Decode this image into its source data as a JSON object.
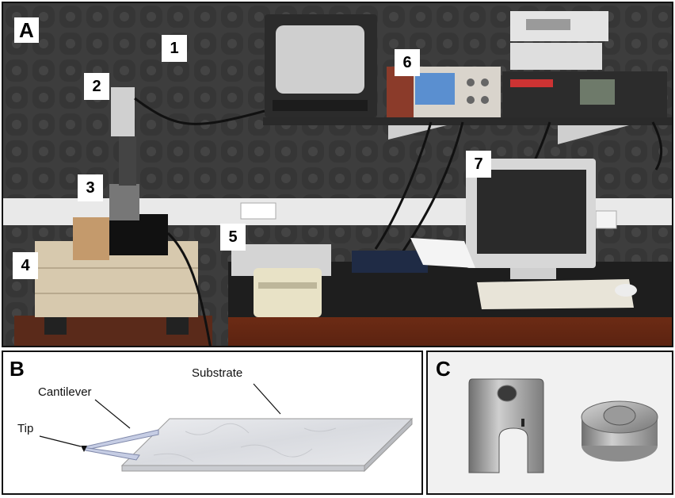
{
  "panels": {
    "a": {
      "letter": "A"
    },
    "b": {
      "letter": "B"
    },
    "c": {
      "letter": "C"
    }
  },
  "markers": [
    "1",
    "2",
    "3",
    "4",
    "5",
    "6",
    "7"
  ],
  "panel_b_labels": {
    "substrate": "Substrate",
    "cantilever": "Cantilever",
    "tip": "Tip"
  }
}
